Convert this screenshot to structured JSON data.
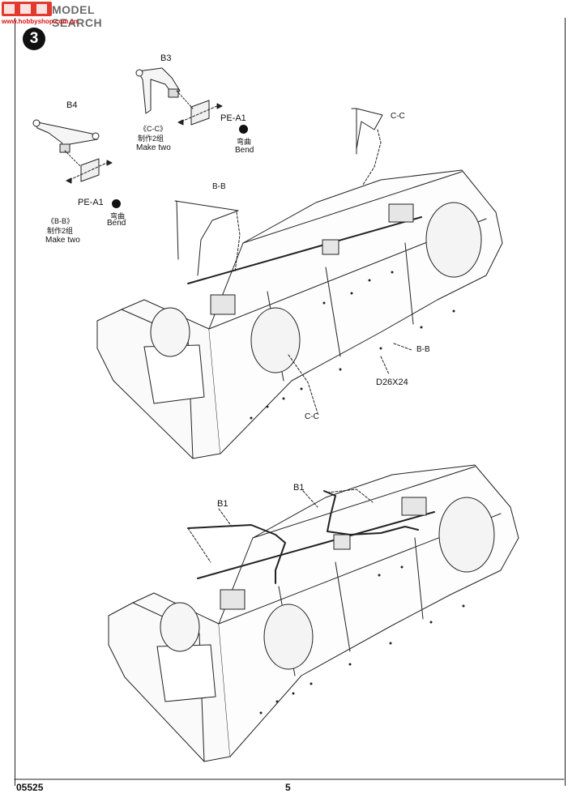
{
  "watermark": {
    "logo": "壹模网",
    "text": "MODEL SEARCH",
    "url": "www.hobbyshop.com.cn"
  },
  "step_number": "3",
  "parts": {
    "b4": "B4",
    "b3": "B3",
    "pe_a1_left": "PE-A1",
    "pe_a1_right": "PE-A1",
    "b1_left": "B1",
    "b1_right": "B1",
    "cc_top": "C-C",
    "bb_top": "B-B",
    "bb_side": "B-B",
    "cc_bottom": "C-C",
    "d26x24": "D26X24"
  },
  "notes": {
    "bb_group": "《B-B》",
    "bb_make_cn": "制作2组",
    "bb_make_en": "Make two",
    "cc_group": "《C-C》",
    "cc_make_cn": "制作2组",
    "cc_make_en": "Make two",
    "bend_cn_left": "弯曲",
    "bend_en_left": "Bend",
    "bend_cn_right": "弯曲",
    "bend_en_right": "Bend"
  },
  "icons": [
    "bend-icon",
    "step-badge"
  ],
  "footer": {
    "code": "05525",
    "page": "5"
  }
}
